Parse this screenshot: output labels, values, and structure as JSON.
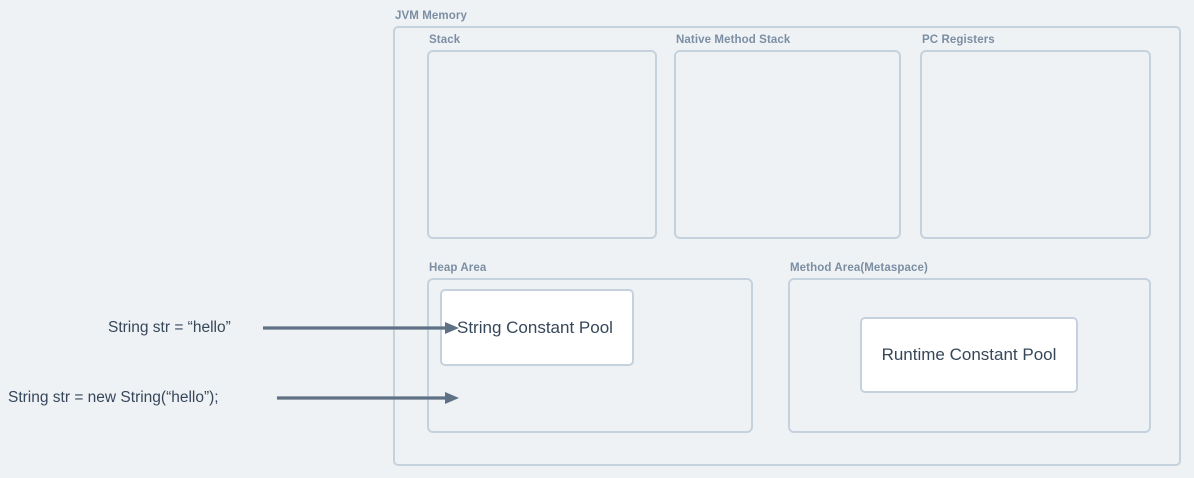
{
  "diagram": {
    "title": "JVM Memory",
    "background_color": "#eff2f5",
    "border_color": "#c5d2dd",
    "label_color": "#7b8ea3",
    "text_color": "#36475a",
    "pool_fill_color": "#ffffff",
    "arrow_color": "#5f7285"
  },
  "regions": {
    "stack": {
      "label": "Stack"
    },
    "native_method_stack": {
      "label": "Native Method Stack"
    },
    "pc_registers": {
      "label": "PC Registers"
    },
    "heap_area": {
      "label": "Heap Area"
    },
    "method_area": {
      "label": "Method Area(Metaspace)"
    }
  },
  "pools": {
    "string_constant_pool": {
      "label": "String Constant Pool"
    },
    "runtime_constant_pool": {
      "label": "Runtime Constant Pool"
    }
  },
  "annotations": {
    "literal_assignment": {
      "code": "String str = “hello”"
    },
    "new_object_assignment": {
      "code": "String str = new String(“hello”);"
    }
  }
}
